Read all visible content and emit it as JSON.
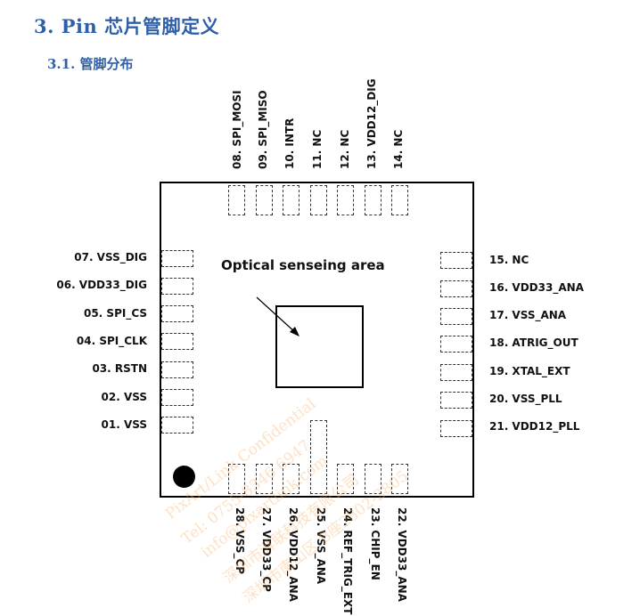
{
  "heading": {
    "section": "3. Pin 芯片管脚定义",
    "subsection": "3.1. 管脚分布"
  },
  "diagram": {
    "area_label": "Optical senseing area",
    "top_pins": [
      "08. SPI_MOSI",
      "09. SPI_MISO",
      "10. INTR",
      "11. NC",
      "12. NC",
      "13. VDD12_DIG",
      "14. NC"
    ],
    "left_pins": [
      "07. VSS_DIG",
      "06. VDD33_DIG",
      "05. SPI_CS",
      "04. SPI_CLK",
      "03. RSTN",
      "02. VSS",
      "01. VSS"
    ],
    "right_pins": [
      "15. NC",
      "16. VDD33_ANA",
      "17. VSS_ANA",
      "18. ATRIG_OUT",
      "19. XTAL_EXT",
      "20. VSS_PLL",
      "21. VDD12_PLL"
    ],
    "bottom_pins": [
      "28. VSS_CP",
      "27. VDD33_CP",
      "26. VDD12_ANA",
      "25. VSS_ANA",
      "24. REF_TRIG_EXT",
      "23. CHIP_EN",
      "22. VDD33_ANA"
    ]
  },
  "watermark": [
    "PixArt/Link Confidential",
    "Tel: 0755-8346 6947",
    "info@pixartlink.com",
    "深圳市湃联科技有限公司",
    "深圳市南山区 B座2802-2805"
  ]
}
